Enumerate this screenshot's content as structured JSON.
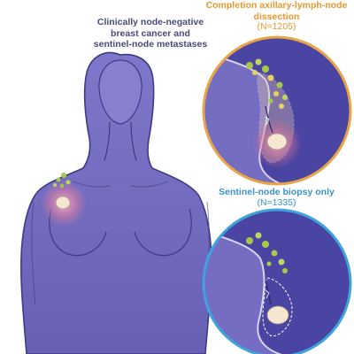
{
  "main_label": {
    "line1": "Clinically node-negative",
    "line2": "breast cancer and",
    "line3": "sentinel-node metastases"
  },
  "panel_dissection": {
    "title_line1": "Completion axillary-lymph-node",
    "title_line2": "dissection",
    "count": "(N=1205)",
    "ring_color": "#e8a548"
  },
  "panel_biopsy": {
    "title": "Sentinel-node biopsy only",
    "count": "(N=1335)",
    "ring_color": "#3fa3dc"
  },
  "colors": {
    "body_fill": "#7a72c4",
    "body_dark": "#3f3a86",
    "tumor_glow": "#f3a0b0",
    "tumor": "#f4e6d0",
    "node_green": "#a6c94a",
    "node_yellow": "#e6d35a"
  }
}
